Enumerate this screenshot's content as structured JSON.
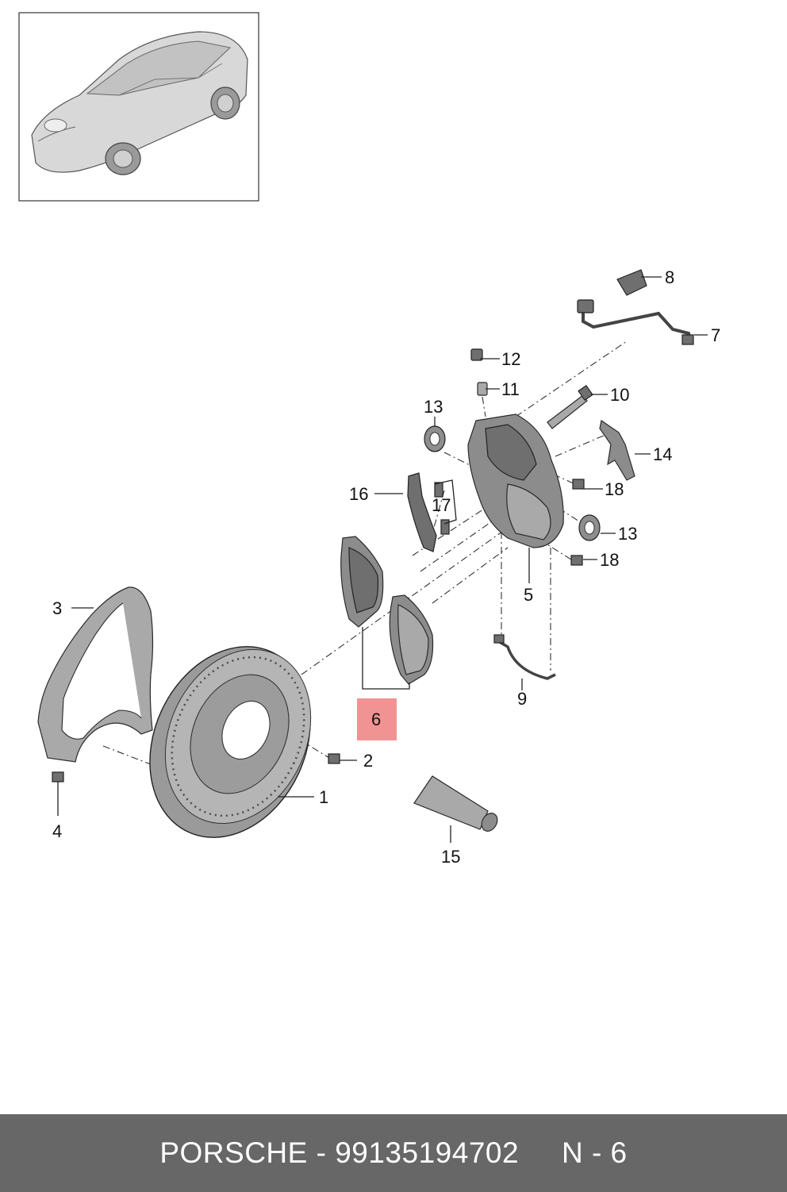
{
  "callouts": {
    "c1": "1",
    "c2": "2",
    "c3": "3",
    "c4": "4",
    "c5": "5",
    "c6": "6",
    "c7": "7",
    "c8": "8",
    "c9": "9",
    "c10": "10",
    "c11": "11",
    "c12": "12",
    "c13a": "13",
    "c13b": "13",
    "c14": "14",
    "c15": "15",
    "c16": "16",
    "c17": "17",
    "c18a": "18",
    "c18b": "18"
  },
  "highlight": {
    "part_number": "6",
    "color": "#f08080"
  },
  "footer": {
    "text": "PORSCHE - 99135194702     N - 6",
    "background": "#676767"
  },
  "icons": [
    "car-thumbnail",
    "brake-disc",
    "brake-pad",
    "caliper",
    "dust-shield",
    "wear-sensor",
    "grease-tube"
  ]
}
